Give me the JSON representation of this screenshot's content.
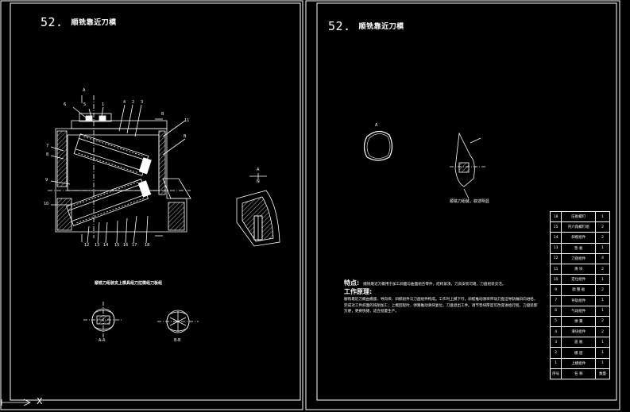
{
  "left_sheet": {
    "title_number": "52.",
    "title_text": "顺铣靠近刀模",
    "section_caption": "顺铣刀组装支上模具组刀拉模组刀板组",
    "detail_labels": [
      "A",
      "B",
      "A",
      "N"
    ],
    "section_labels": [
      "A-A",
      "B-B"
    ],
    "callouts_top": [
      "6",
      "5",
      "1",
      "4",
      "2",
      "3",
      "B"
    ],
    "callouts_left": [
      "7",
      "8",
      "9",
      "10",
      "11"
    ],
    "callouts_bottom": [
      "12",
      "13",
      "14",
      "15",
      "16",
      "17",
      "18"
    ]
  },
  "right_sheet": {
    "title_number": "52.",
    "title_text": "顺铣靠近刀模",
    "shape_label": "A",
    "figure_caption": "顺铣刀组装，叙述明显",
    "notes_heading": "特点:",
    "notes_intro": "顺铣靠近刀模用于加工斜面与曲面组合零件，结构紧凑，刀具安装可靠，刀盘组装灵活。",
    "process_heading": "工作原理:",
    "process_text": "顺铣靠近刀模由模座、导向块、斜楔组件与刀盘组件构成。工作时上模下行，斜楔推动滑块带动刀盘沿导轨做斜向进给，完成对工件斜面的铣削加工；上模回程时，弹簧推动滑块复位，刀盘退出工件。调节垫块厚度可改变进给行程，刀盘装卸方便，更换快捷，适合批量生产。"
  },
  "parts_table": {
    "rows": [
      [
        "18",
        "压板螺钉",
        "1"
      ],
      [
        "15",
        "内六角螺钉组",
        "2"
      ],
      [
        "14",
        "斜楔组件",
        "2"
      ],
      [
        "13",
        "垫 板",
        "1"
      ],
      [
        "12",
        "刀盘组件",
        "4"
      ],
      [
        "11",
        "滑 块",
        "2"
      ],
      [
        "10",
        "定位组件",
        "1"
      ],
      [
        "9",
        "调 整 板",
        "2"
      ],
      [
        "7",
        "导轨组件",
        "1"
      ],
      [
        "6",
        "气动组件",
        "1"
      ],
      [
        "5",
        "弹 簧",
        "2"
      ],
      [
        "4",
        "滑块组件",
        "2"
      ],
      [
        "3",
        "盖 板",
        "1"
      ],
      [
        "2",
        "模 座",
        "1"
      ],
      [
        "1",
        "上模组件",
        "1"
      ],
      [
        "序号",
        "名 称",
        "数量"
      ]
    ]
  },
  "axis_marker": "X",
  "colors": {
    "background": "#000000",
    "lines": "#ffffff"
  }
}
